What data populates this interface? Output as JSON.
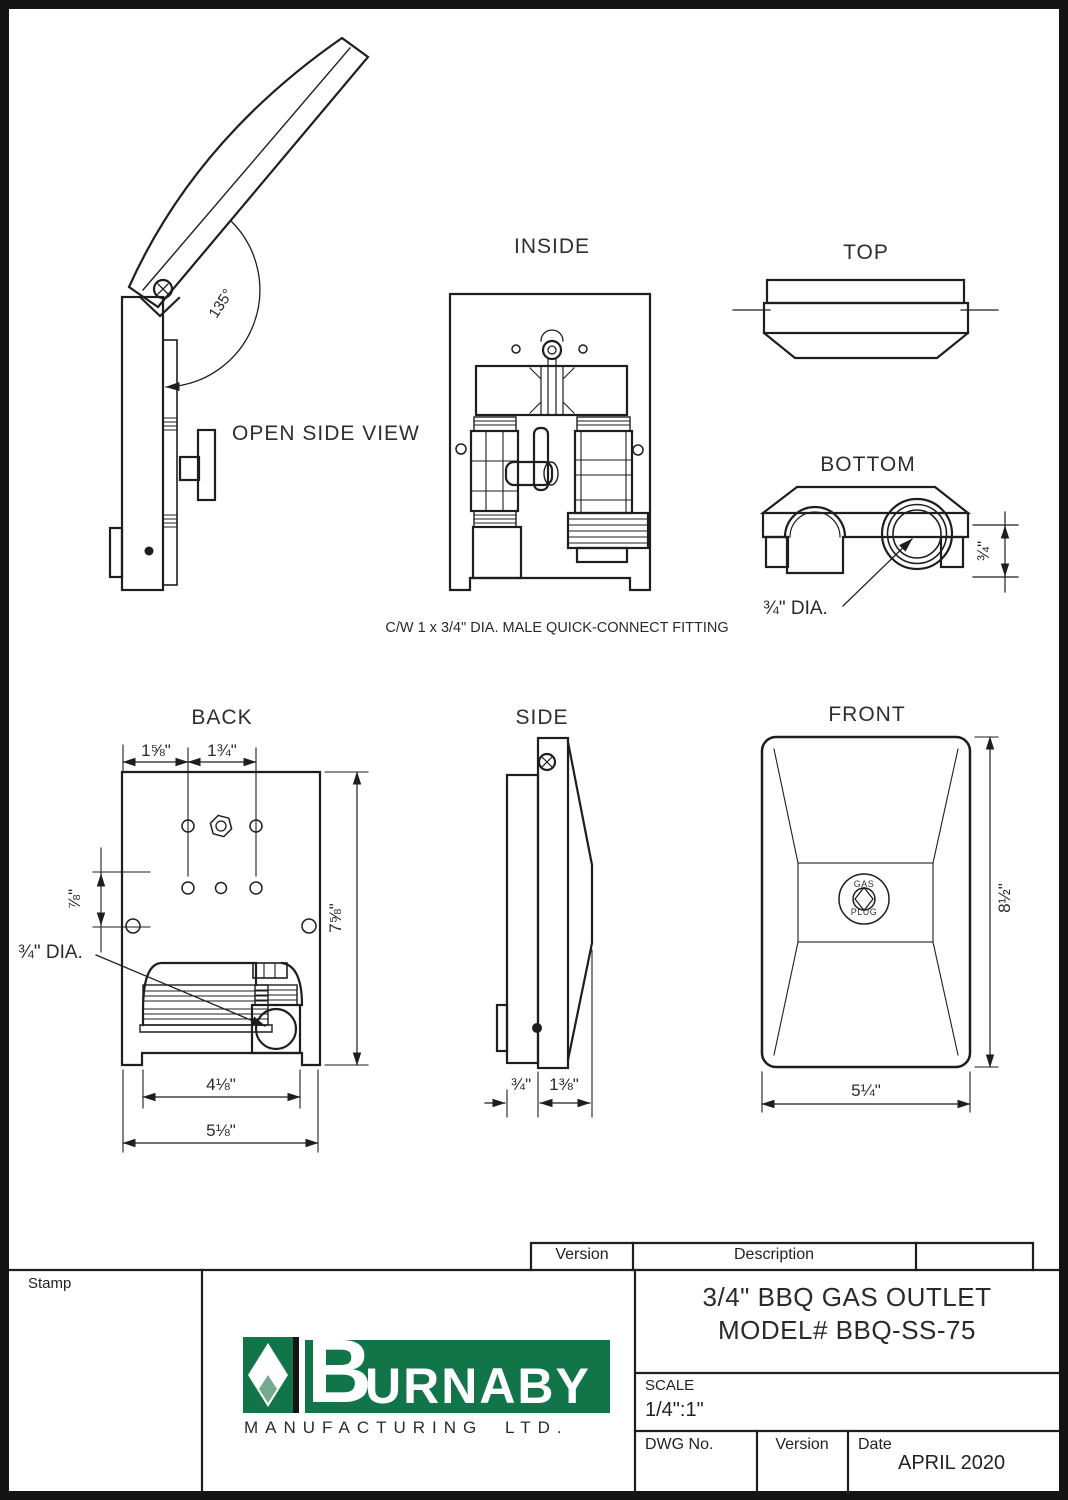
{
  "colors": {
    "line": "#1e1e1e",
    "logo_green": "#12754a",
    "logo_light_green": "#74a98f",
    "text": "#222222"
  },
  "views": {
    "open_side": {
      "title": "OPEN SIDE VIEW",
      "angle_dim": "135°"
    },
    "inside": {
      "title": "INSIDE",
      "caption": "C/W 1 x 3/4\" DIA. MALE QUICK-CONNECT FITTING"
    },
    "top": {
      "title": "TOP"
    },
    "bottom": {
      "title": "BOTTOM",
      "dia_label": "¾\" DIA.",
      "outlet_dim": "¾\""
    },
    "back": {
      "title": "BACK",
      "dim_hole_left": "1⅝\"",
      "dim_hole_right": "1¾\"",
      "dim_row_gap": "⅞\"",
      "dia_label": "¾\" DIA.",
      "dim_height": "7⅝\"",
      "dim_inner_width": "4⅛\"",
      "dim_outer_width": "5⅛\""
    },
    "side": {
      "title": "SIDE",
      "dim_plate": "¾\"",
      "dim_body": "1⅜\""
    },
    "front": {
      "title": "FRONT",
      "plug_top": "GAS",
      "plug_bottom": "PLUG",
      "dim_height": "8½\"",
      "dim_width": "5¼\""
    }
  },
  "title_block": {
    "version_header": "Version",
    "description_header": "Description",
    "stamp_label": "Stamp",
    "title_line1": "3/4\" BBQ GAS OUTLET",
    "title_line2": "MODEL# BBQ-SS-75",
    "scale_label": "SCALE",
    "scale_value": "1/4\":1\"",
    "dwg_label": "DWG No.",
    "version_label": "Version",
    "date_label": "Date",
    "date_value": "APRIL 2020"
  },
  "logo": {
    "letter_b": "B",
    "word_rest": "URNABY",
    "subtitle": "MANUFACTURING LTD."
  }
}
